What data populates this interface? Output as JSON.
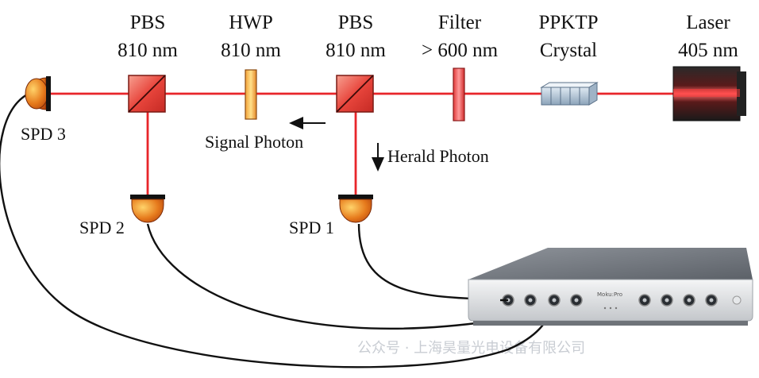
{
  "components": {
    "pbs_left": {
      "name": "PBS",
      "spec": "810 nm"
    },
    "hwp": {
      "name": "HWP",
      "spec": "810 nm"
    },
    "pbs_right": {
      "name": "PBS",
      "spec": "810 nm"
    },
    "filter": {
      "name": "Filter",
      "spec": "> 600 nm"
    },
    "crystal": {
      "name": "PPKTP",
      "spec": "Crystal"
    },
    "laser": {
      "name": "Laser",
      "spec": "405 nm"
    }
  },
  "detectors": {
    "spd3": "SPD 3",
    "spd2": "SPD 2",
    "spd1": "SPD 1"
  },
  "photons": {
    "signal": "Signal Photon",
    "herald": "Herald Photon"
  },
  "device": {
    "brand": "Moku:Pro"
  },
  "watermark": "公众号 · 上海昊量光电设备有限公司",
  "colors": {
    "beam": "#e8252a",
    "cube": "#e8453c",
    "detector": "#e07a1f",
    "cable": "#111111",
    "device_body": "#c9ccd0"
  }
}
